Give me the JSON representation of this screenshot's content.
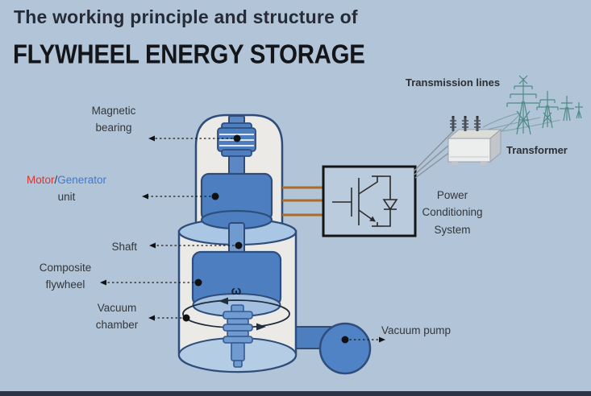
{
  "title": {
    "line1": "The working principle and structure of",
    "line2": "FLYWHEEL ENERGY STORAGE"
  },
  "labels": {
    "magnetic_bearing": "Magnetic bearing",
    "motor": "Motor",
    "slash": "/",
    "generator": "Generator",
    "unit": "unit",
    "shaft": "Shaft",
    "composite_flywheel": "Composite flywheel",
    "vacuum_chamber": "Vacuum chamber",
    "vacuum_pump": "Vacuum pump",
    "power_conditioning_system": "Power Conditioning System",
    "transmission_lines": "Transmission lines",
    "transformer": "Transformer",
    "omega": "ω"
  },
  "colors": {
    "background": "#b1c4d8",
    "motor_red": "#df342e",
    "generator_blue": "#3f7ad0",
    "medium_blue": "#4d7fc0",
    "light_blue": "#a9c6e4",
    "housing_fill": "#eceae6",
    "outline_blue": "#2e4d7b",
    "orange_wire": "#b06a28",
    "tower_teal": "#4e8b86",
    "footer_bar": "#2c3547"
  }
}
